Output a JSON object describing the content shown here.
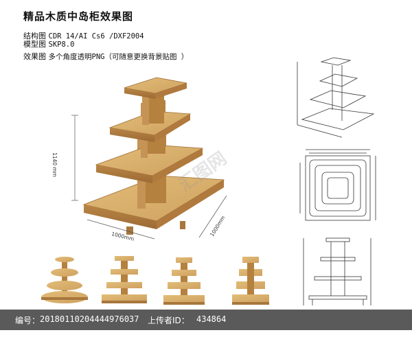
{
  "header": {
    "title": "精品木质中岛柜效果图",
    "spec_rows": [
      {
        "label": "结构图",
        "value": "CDR 14/AI Cs6 /DXF2004"
      },
      {
        "label": "模型图",
        "value": "SKP8.0"
      },
      {
        "label": "效果图",
        "value": "多个角度透明PNG（可随意更换背景贴图 ）"
      }
    ]
  },
  "dimensions": {
    "height": "1140 mm",
    "width": "1000mm",
    "depth": "1000mm"
  },
  "watermark": "汇图网",
  "footer": {
    "id_label": "编号：",
    "id_value": "20180110204444976037",
    "uploader_label": "上传者ID：",
    "uploader_value": "434864"
  },
  "colors": {
    "wood_light": "#dcb36c",
    "wood_mid": "#c9985a",
    "wood_dark": "#a8773d",
    "footer_bg": "#5a5a5a"
  }
}
